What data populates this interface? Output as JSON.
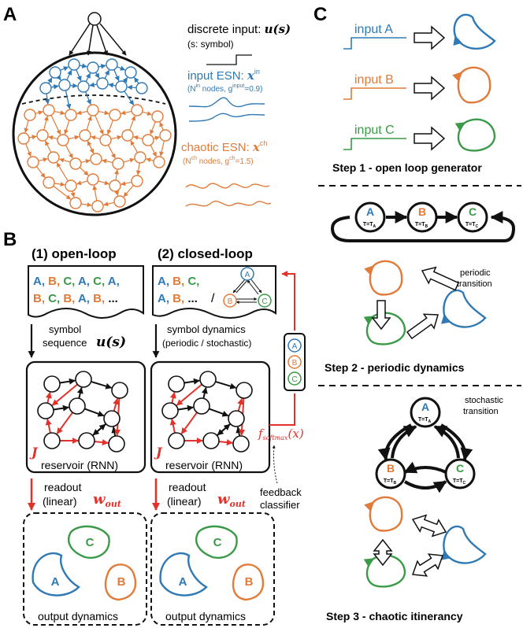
{
  "colors": {
    "blue": "#2f79b5",
    "orange": "#e07b39",
    "green": "#3a9a47",
    "red": "#e0322a",
    "black": "#111111"
  },
  "panelA": {
    "label": "A",
    "discrete_input": "discrete input:",
    "discrete_input_math": "u(s)",
    "symbol_note": "(s: symbol)",
    "input_esn": "input ESN:",
    "input_esn_math": "x",
    "input_esn_sup": "in",
    "input_params": "(N",
    "input_params_sup": "in",
    "input_params_rest": "nodes, g",
    "input_params_sup2": "input",
    "input_params_end": "=0.9)",
    "chaotic_esn": "chaotic ESN:",
    "chaotic_esn_math": "x",
    "chaotic_esn_sup": "ch",
    "chaotic_params": "(N",
    "chaotic_params_sup": "ch",
    "chaotic_params_rest": "nodes, g",
    "chaotic_params_sup2": "ch",
    "chaotic_params_end": "=1.5)"
  },
  "panelB": {
    "label": "B",
    "open_title": "(1) open-loop",
    "closed_title": "(2) closed-loop",
    "open_seq_row1": [
      "A",
      "B",
      "C",
      "A",
      "C",
      "A"
    ],
    "open_seq_row2": [
      "B",
      "C",
      "B",
      "A",
      "B",
      "..."
    ],
    "closed_seq_row1": [
      "A",
      "B",
      "C"
    ],
    "closed_seq_row2": [
      "A",
      "B",
      "..."
    ],
    "slash": "/",
    "symbol_sequence_1": "symbol",
    "symbol_sequence_2": "sequence",
    "u_s": "u(s)",
    "symbol_dynamics": "symbol dynamics",
    "periodic_stochastic": "(periodic / stochastic)",
    "J": "J",
    "reservoir": "reservoir (RNN)",
    "readout": "readout",
    "linear": "(linear)",
    "w_out": "w",
    "w_out_sub": "out",
    "f_softmax": "f",
    "f_softmax_sub": "softmax",
    "f_softmax_arg": "(x)",
    "feedback": "feedback",
    "classifier": "classifier",
    "output_dynamics": "output dynamics",
    "shape_labels": [
      "A",
      "B",
      "C"
    ]
  },
  "panelC": {
    "label": "C",
    "inputs": [
      "input A",
      "input B",
      "input C"
    ],
    "step1": "Step 1 - open loop generator",
    "step2": "Step 2 - periodic dynamics",
    "step3": "Step 3 - chaotic itinerancy",
    "periodic_transition_1": "periodic",
    "periodic_transition_2": "transition",
    "stochastic_transition_1": "stochastic",
    "stochastic_transition_2": "transition",
    "nodes": [
      {
        "letter": "A",
        "time": "T=T",
        "sub": "A"
      },
      {
        "letter": "B",
        "time": "T=T",
        "sub": "B"
      },
      {
        "letter": "C",
        "time": "T=T",
        "sub": "C"
      }
    ]
  }
}
